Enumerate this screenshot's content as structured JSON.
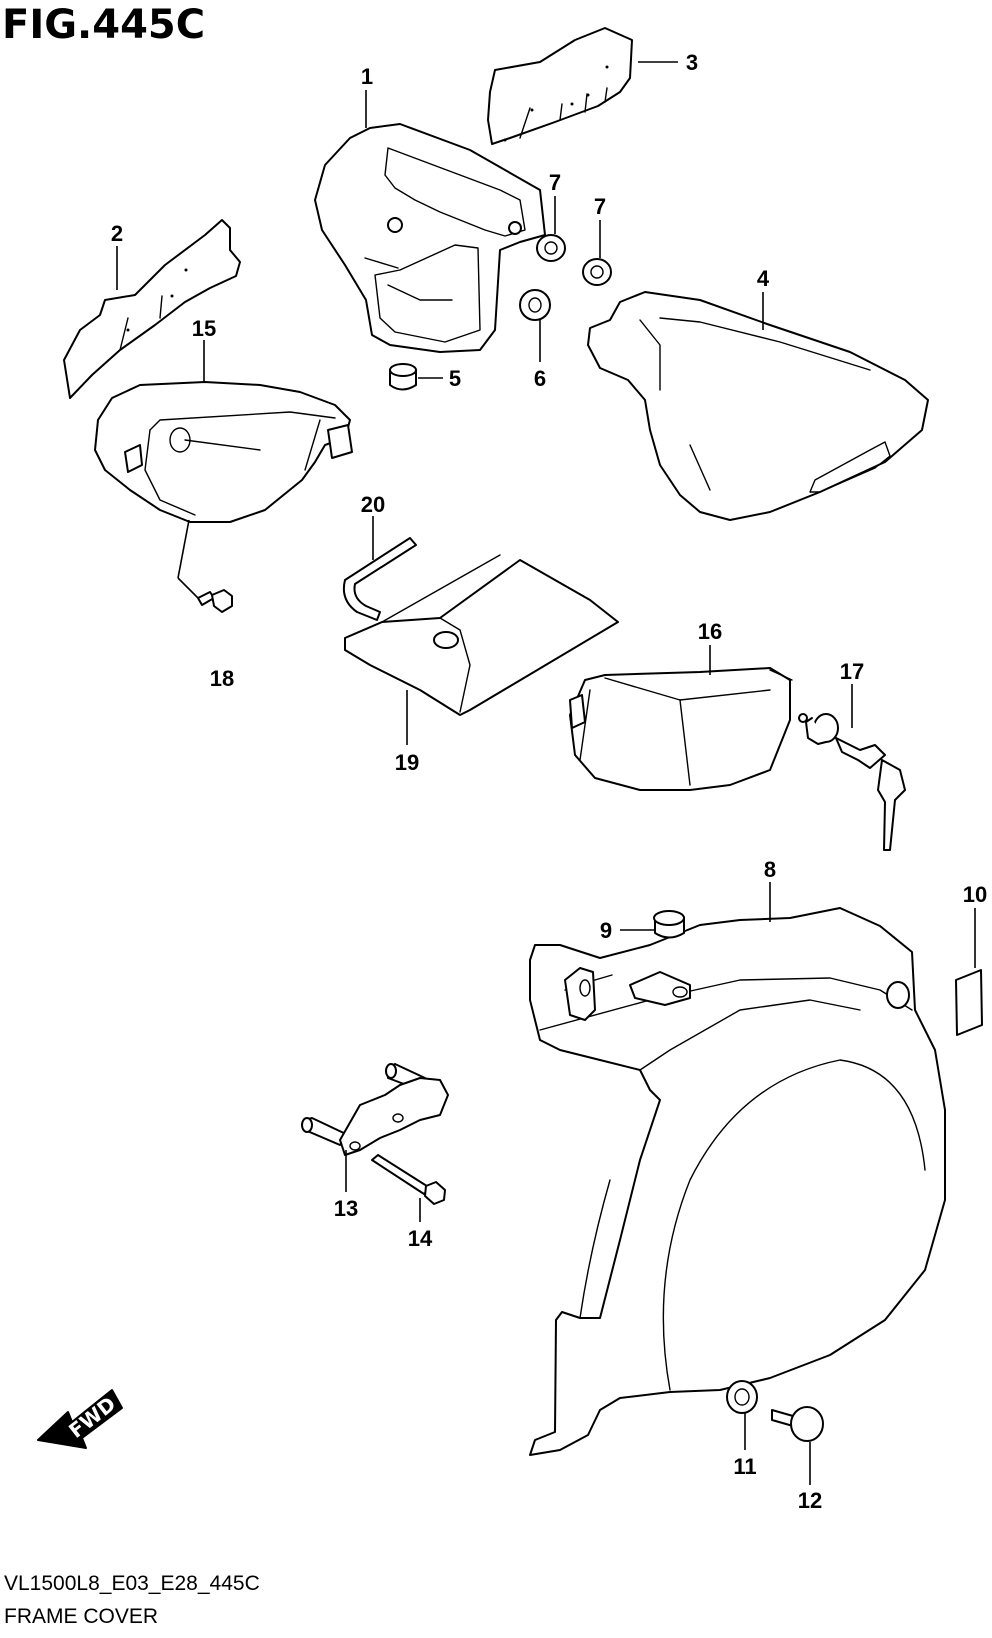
{
  "figure": {
    "title": "FIG.445C"
  },
  "footer": {
    "model_code": "VL1500L8_E03_E28_445C",
    "section_name": "FRAME COVER"
  },
  "direction_arrow": {
    "label": "FWD"
  },
  "callouts": [
    {
      "id": "c1",
      "number": "1"
    },
    {
      "id": "c2",
      "number": "2"
    },
    {
      "id": "c3",
      "number": "3"
    },
    {
      "id": "c4",
      "number": "4"
    },
    {
      "id": "c5",
      "number": "5"
    },
    {
      "id": "c6",
      "number": "6"
    },
    {
      "id": "c7a",
      "number": "7"
    },
    {
      "id": "c7b",
      "number": "7"
    },
    {
      "id": "c8",
      "number": "8"
    },
    {
      "id": "c9",
      "number": "9"
    },
    {
      "id": "c10",
      "number": "10"
    },
    {
      "id": "c11",
      "number": "11"
    },
    {
      "id": "c12",
      "number": "12"
    },
    {
      "id": "c13",
      "number": "13"
    },
    {
      "id": "c14",
      "number": "14"
    },
    {
      "id": "c15",
      "number": "15"
    },
    {
      "id": "c16",
      "number": "16"
    },
    {
      "id": "c17",
      "number": "17"
    },
    {
      "id": "c18",
      "number": "18"
    },
    {
      "id": "c19",
      "number": "19"
    },
    {
      "id": "c20",
      "number": "20"
    }
  ]
}
